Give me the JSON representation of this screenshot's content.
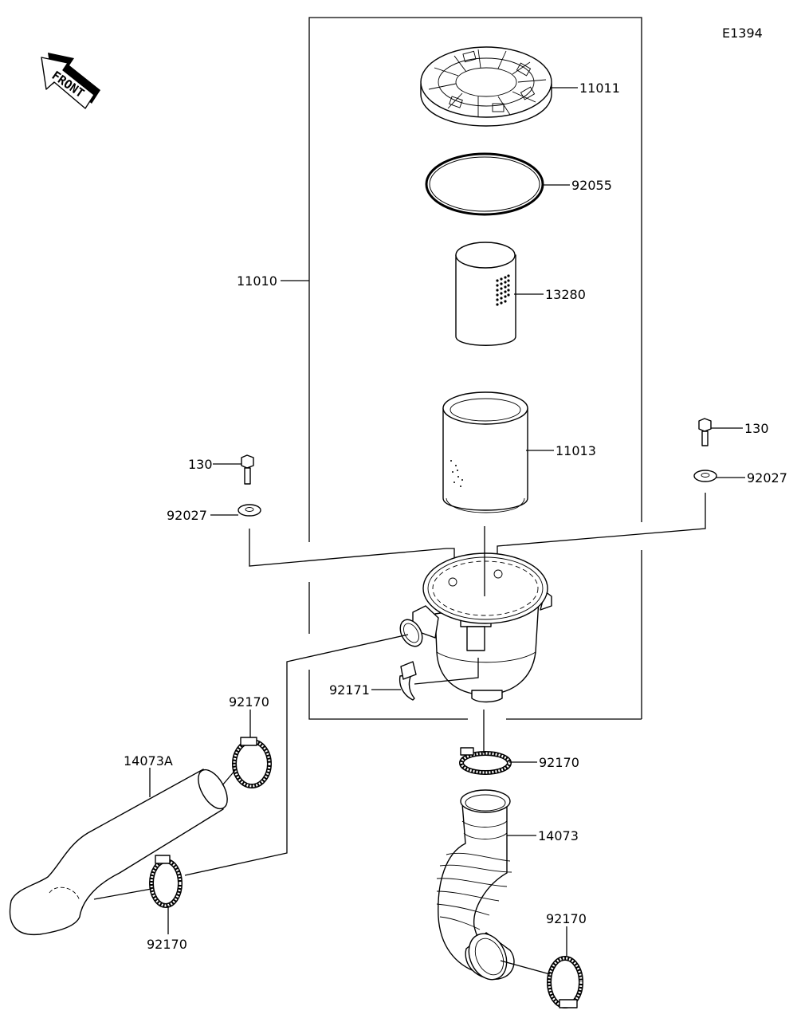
{
  "diagram_id": "E1394",
  "front_label": "FRONT",
  "labels": {
    "p11011": "11011",
    "p92055": "92055",
    "p11010": "11010",
    "p13280": "13280",
    "p11013": "11013",
    "p130_left": "130",
    "p92027_left": "92027",
    "p130_right": "130",
    "p92027_right": "92027",
    "p92171": "92171",
    "p92170_upper_left": "92170",
    "p14073A": "14073A",
    "p92170_center": "92170",
    "p14073": "14073",
    "p92170_lower_left": "92170",
    "p92170_lower_right": "92170"
  }
}
